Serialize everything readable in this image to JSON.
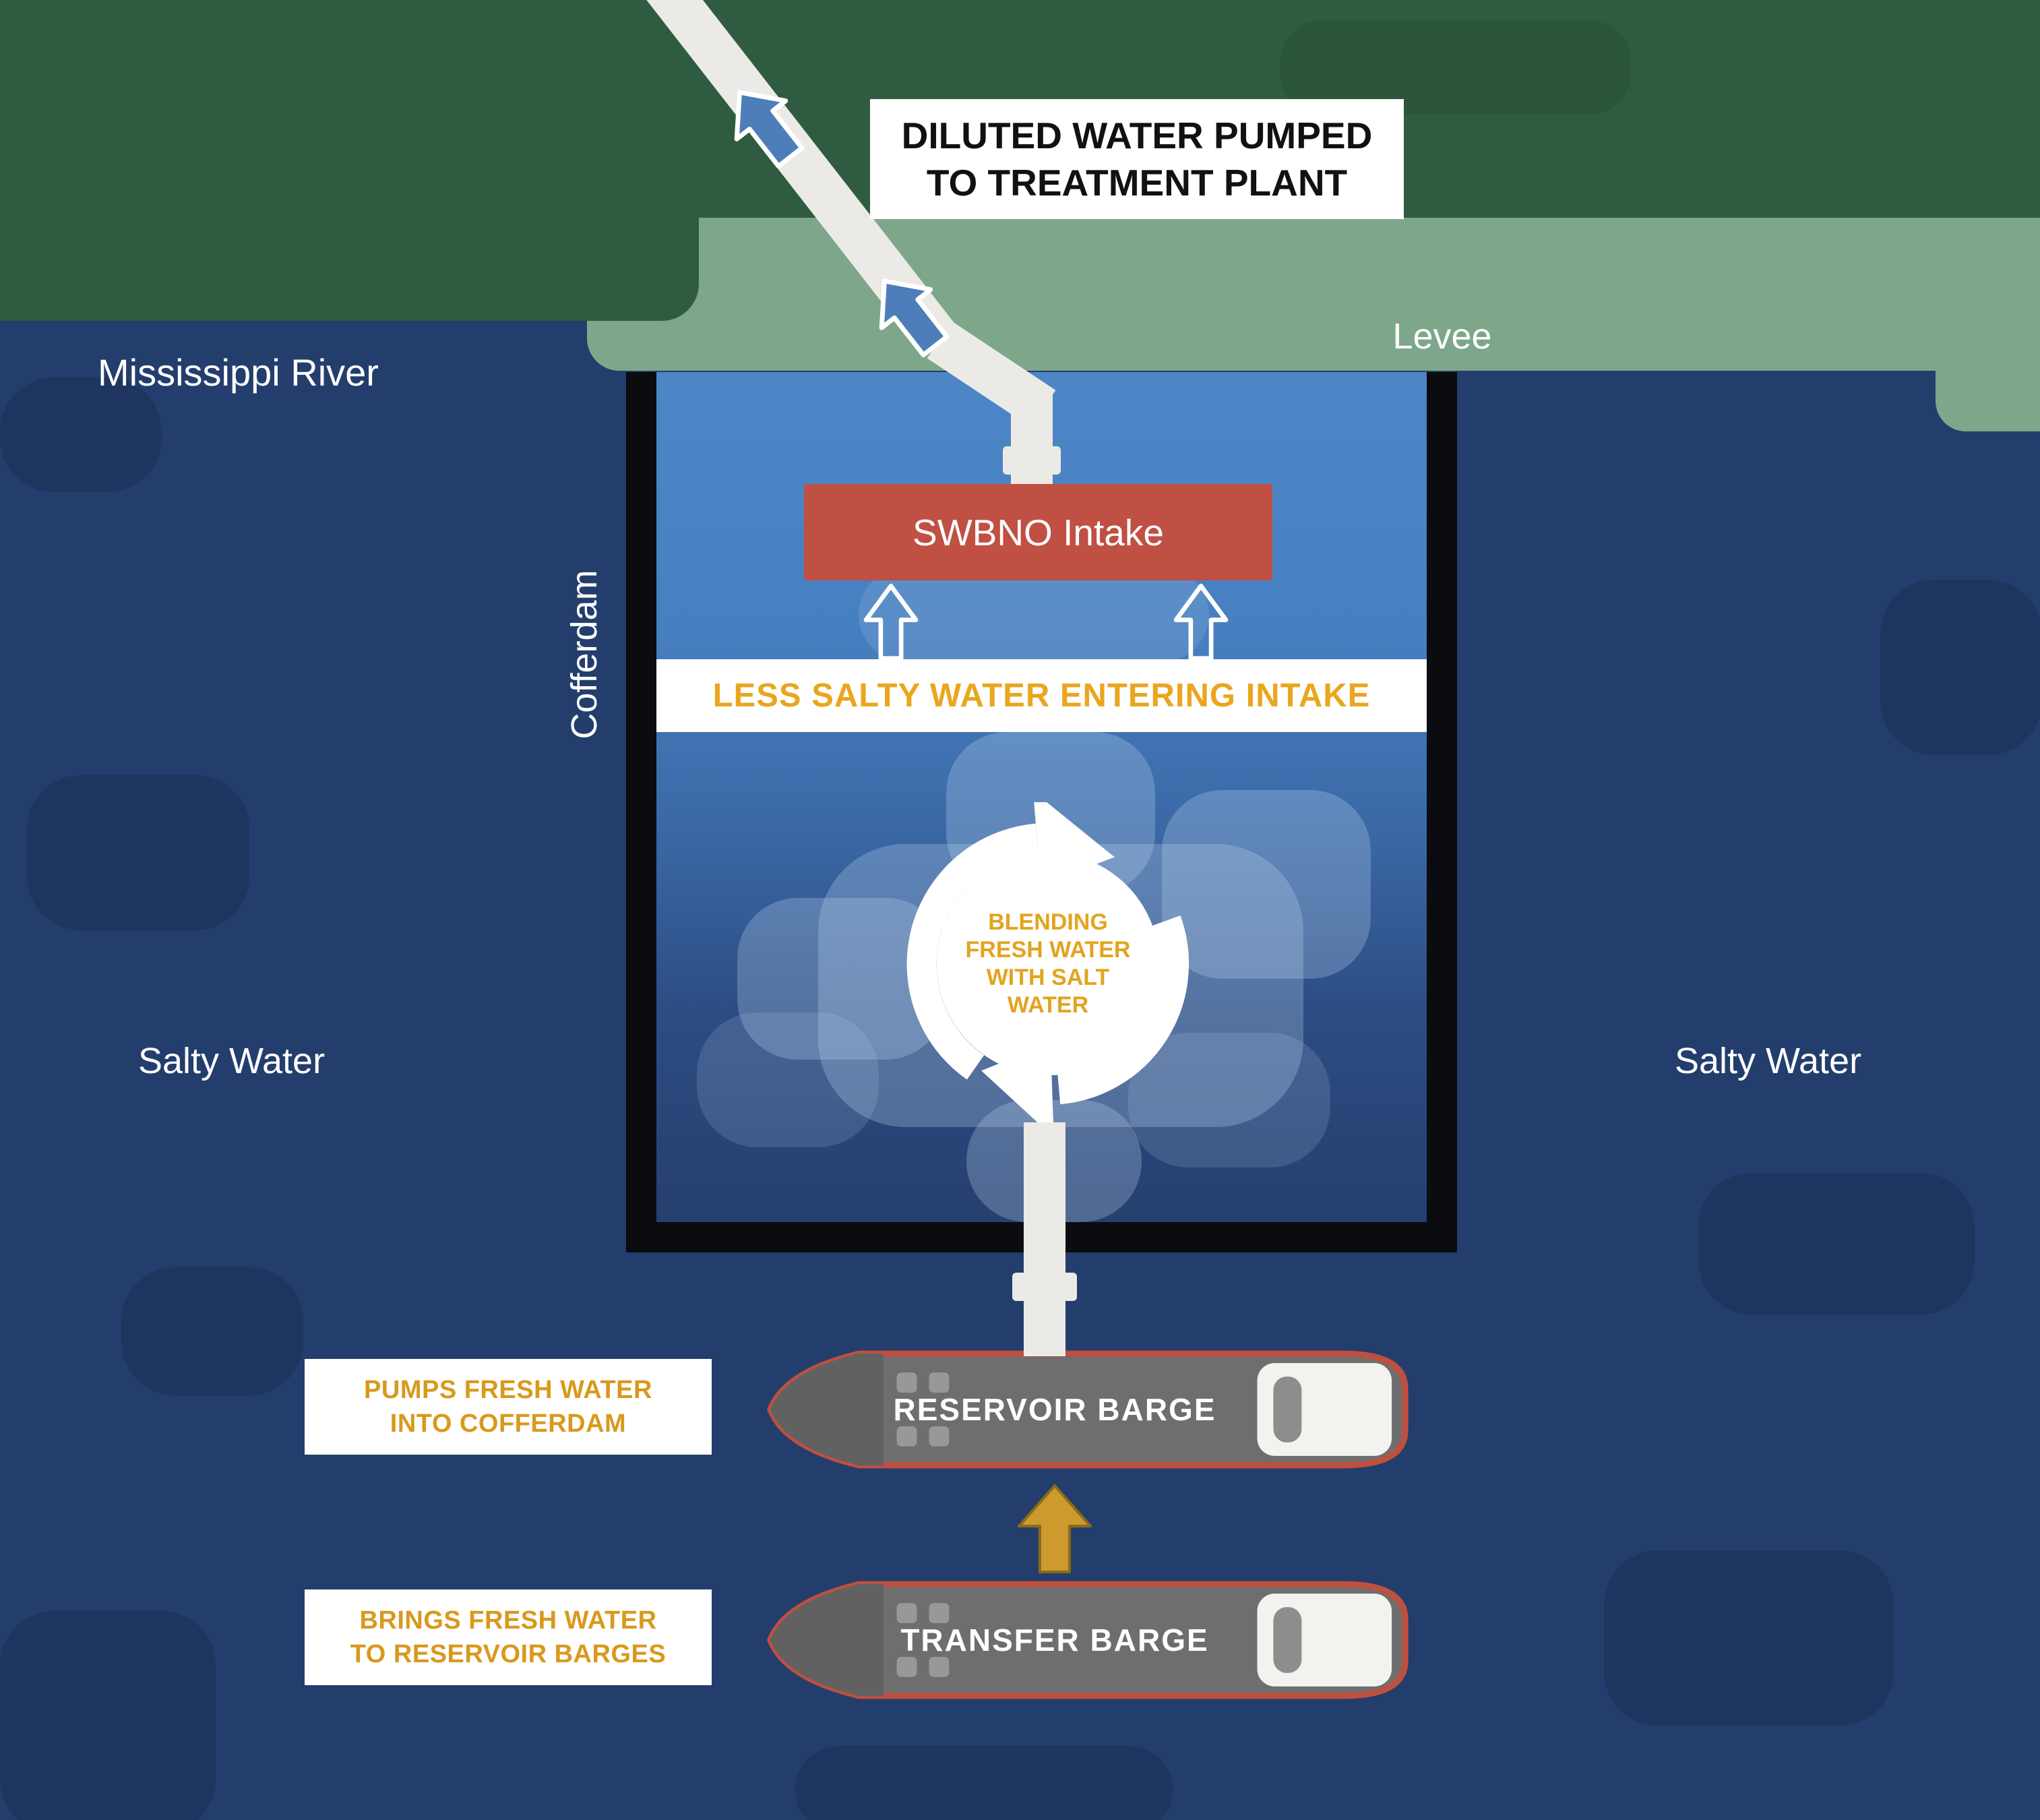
{
  "scene": {
    "banner": {
      "line1": "DILUTED WATER PUMPED",
      "line2": "TO TREATMENT PLANT"
    },
    "labels": {
      "river": "Mississippi River",
      "levee": "Levee",
      "salty_left": "Salty Water",
      "salty_right": "Salty Water",
      "cofferdam": "Cofferdam"
    },
    "cofferdam": {
      "intake": "SWBNO Intake",
      "strip": "LESS SALTY WATER ENTERING INTAKE",
      "blending_lines": [
        "BLENDING",
        "FRESH WATER",
        "WITH SALT",
        "WATER"
      ]
    },
    "barges": {
      "reservoir": {
        "name": "RESERVOIR BARGE",
        "note1": "PUMPS FRESH WATER",
        "note2": "INTO COFFERDAM"
      },
      "transfer": {
        "name": "TRANSFER BARGE",
        "note1": "BRINGS FRESH WATER",
        "note2": "TO RESERVOIR BARGES"
      }
    },
    "colors": {
      "river_navy": "#233e6c",
      "land_green": "#2f5c40",
      "levee_green": "#7ea68a",
      "intake_red": "#c04f44",
      "gold_text": "#e0a21f",
      "fresh_water_blue": "#4d86c6",
      "flow_arrow_blue": "#4d7eb9",
      "pipe_gray": "#eceae6",
      "barge_gray": "#6e6e6e",
      "barge_trim_red": "#bf4f3e",
      "cofferdam_wall_black": "#0a0c10"
    }
  }
}
